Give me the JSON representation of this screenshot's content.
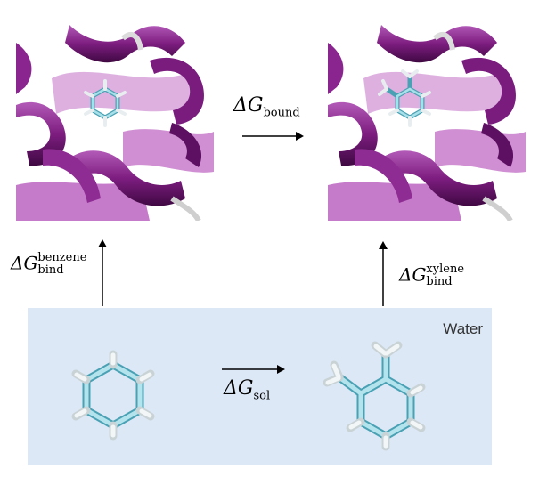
{
  "colors": {
    "helix_dark": "#6e1670",
    "helix_mid": "#9a2aa0",
    "helix_light": "#c77ac9",
    "loop": "#dcdcdc",
    "ligand": "#8fd0de",
    "ligand_dark": "#4aa1b3",
    "hydrogen": "#e8eef0",
    "water_bg": "#dde8f7"
  },
  "labels": {
    "dg_bound": {
      "delta": "ΔG",
      "sub": "bound"
    },
    "dg_sol": {
      "delta": "ΔG",
      "sub": "sol"
    },
    "dg_bind_benzene": {
      "delta": "ΔG",
      "sup": "benzene",
      "sub": "bind"
    },
    "dg_bind_xylene": {
      "delta": "ΔG",
      "sup": "xylene",
      "sub": "bind"
    },
    "water": "Water"
  },
  "panels": {
    "top_left": "benzene-protein-complex",
    "top_right": "xylene-protein-complex",
    "bottom_left": "benzene-molecule",
    "bottom_right": "xylene-molecule"
  }
}
